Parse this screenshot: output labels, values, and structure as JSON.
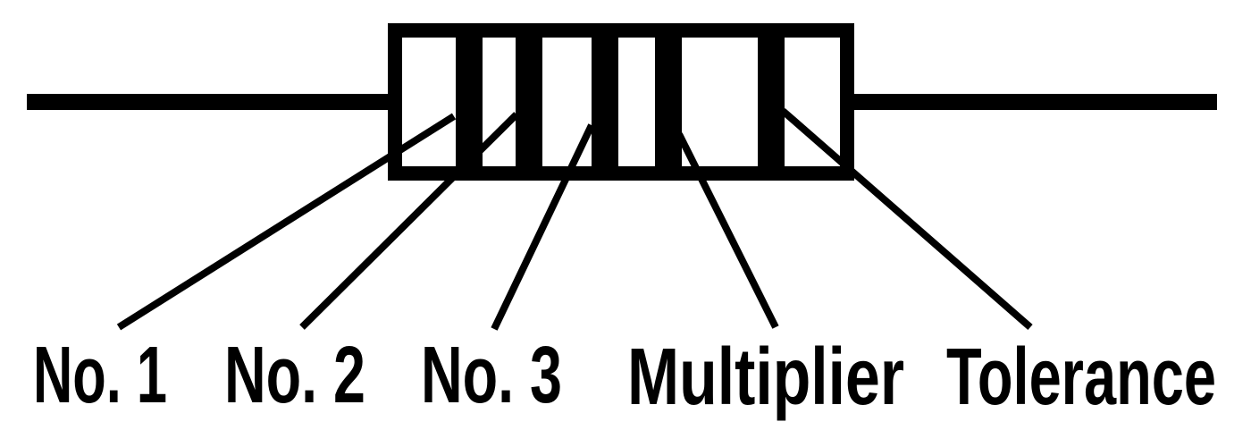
{
  "diagram": {
    "labels": {
      "band1": "No. 1",
      "band2": "No. 2",
      "band3": "No. 3",
      "multiplier": "Multiplier",
      "tolerance": "Tolerance"
    },
    "colors": {
      "stroke": "#000000",
      "background": "#ffffff"
    }
  }
}
